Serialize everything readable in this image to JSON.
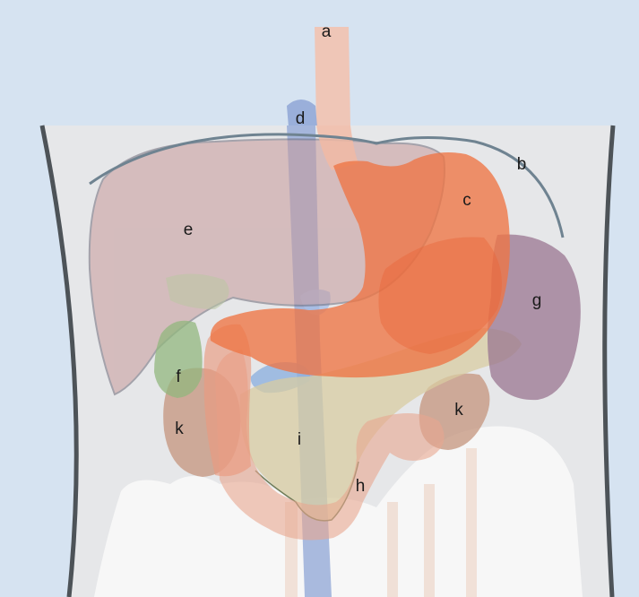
{
  "colors": {
    "background": "#d6e3f1",
    "torso": "#e6e7e9",
    "torso_outline": "#4d5358",
    "liver": "#c79a9a",
    "stomach": "#ee7444",
    "esophagus": "#f2b9a2",
    "vena_cava": "#8fa6d6",
    "spleen": "#9a7590",
    "gallbladder": "#92b77e",
    "pancreas": "#d8cca2",
    "duodenum": "#e99a80",
    "kidney": "#c79a83",
    "intestine": "#f6f6f6",
    "diaphragm": "#6f8391"
  },
  "labels": {
    "a": "a",
    "b": "b",
    "c": "c",
    "d": "d",
    "e": "e",
    "f": "f",
    "g": "g",
    "h": "h",
    "i": "i",
    "k_left": "k",
    "k_right": "k"
  }
}
